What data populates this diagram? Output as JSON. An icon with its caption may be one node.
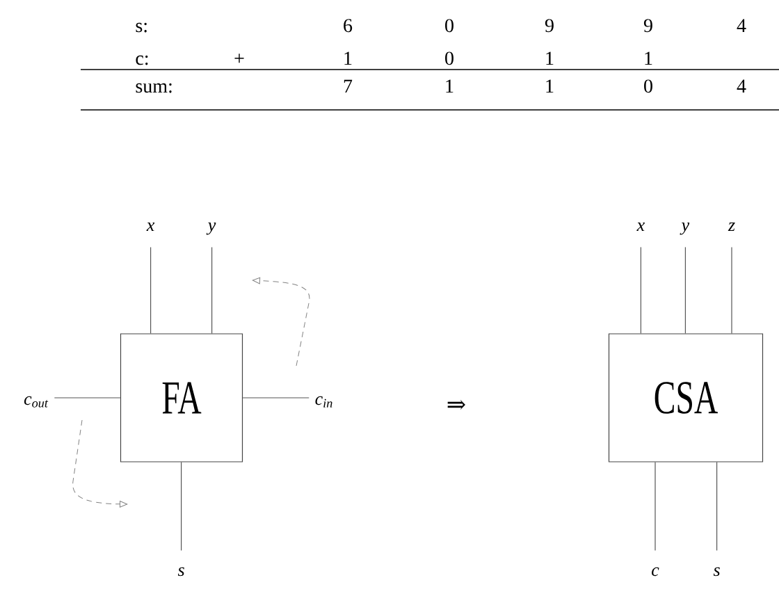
{
  "diagram": {
    "nodes": [
      {
        "text": [
          "FA"
        ]
      },
      {
        "text": [
          "x"
        ]
      },
      {
        "text": [
          "y"
        ]
      },
      {
        "text": [
          "c$_{out}$"
        ]
      },
      {
        "text": [
          "c$_{in}$"
        ]
      },
      {
        "text": [
          "s"
        ]
      },
      {
        "text": [
          "CSA"
        ]
      },
      {
        "text": [
          "x"
        ]
      },
      {
        "text": [
          "y"
        ]
      },
      {
        "text": [
          "z"
        ]
      },
      {
        "text": [
          "c"
        ]
      },
      {
        "text": [
          "s"
        ]
      }
    ],
    "edges": [
      {
        "from": 1,
        "to": 0,
        "arrow": "none"
      },
      {
        "from": 2,
        "to": 0,
        "arrow": "none"
      },
      {
        "from": 4,
        "to": 0,
        "arrow": "none"
      },
      {
        "from": 0,
        "to": 3,
        "arrow": "none"
      },
      {
        "from": 0,
        "to": 5,
        "arrow": "none"
      },
      {
        "from": 7,
        "to": 6,
        "arrow": "none"
      },
      {
        "from": 8,
        "to": 6,
        "arrow": "none"
      },
      {
        "from": 9,
        "to": 6,
        "arrow": "none"
      },
      {
        "from": 6,
        "to": 10,
        "arrow": "none"
      },
      {
        "from": 6,
        "to": 11,
        "arrow": "none"
      }
    ],
    "labels": [
      "s:",
      "6",
      "0",
      "9",
      "9",
      "4",
      "c:",
      "+",
      "1",
      "0",
      "1",
      "1",
      "sum:",
      "7",
      "1",
      "1",
      "0",
      "4",
      "⇒"
    ]
  }
}
